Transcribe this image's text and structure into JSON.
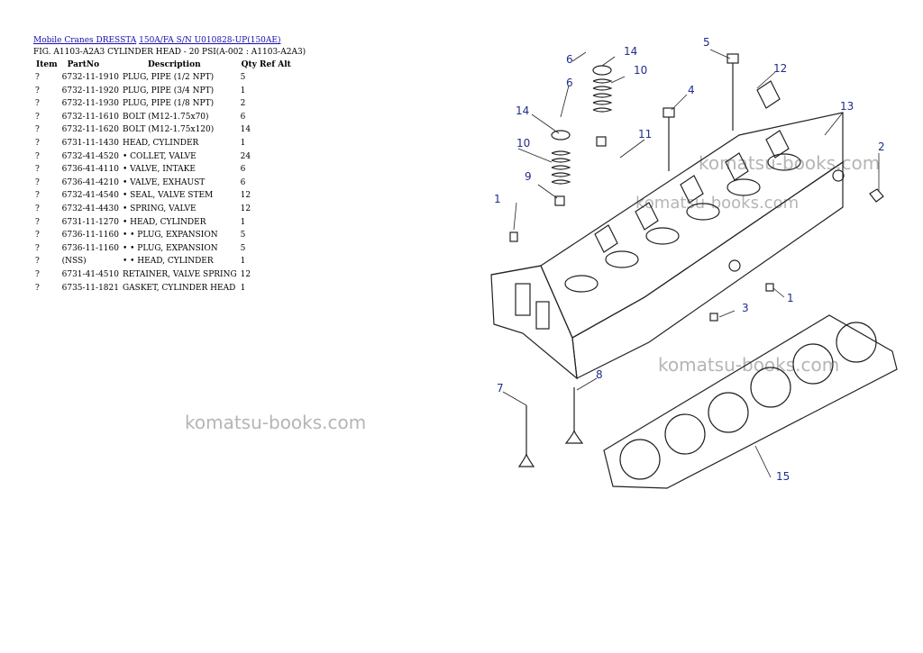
{
  "breadcrumb": {
    "link1": "Mobile Cranes DRESSTA",
    "link2": "150A/FA S/N U010828-UP(150AE)"
  },
  "figure_title": "FIG. A1103-A2A3 CYLINDER HEAD - 20 PSI(A-002 : A1103-A2A3)",
  "table": {
    "headers": {
      "item": "Item",
      "part": "PartNo",
      "desc": "Description",
      "qty": "Qty Ref Alt"
    },
    "rows": [
      {
        "item": "?",
        "part": "6732-11-1910",
        "desc": "PLUG, PIPE (1/2 NPT)",
        "qty": "5"
      },
      {
        "item": "?",
        "part": "6732-11-1920",
        "desc": "PLUG, PIPE (3/4 NPT)",
        "qty": "1"
      },
      {
        "item": "?",
        "part": "6732-11-1930",
        "desc": "PLUG, PIPE (1/8 NPT)",
        "qty": "2"
      },
      {
        "item": "?",
        "part": "6732-11-1610",
        "desc": "BOLT (M12-1.75x70)",
        "qty": "6"
      },
      {
        "item": "?",
        "part": "6732-11-1620",
        "desc": "BOLT (M12-1.75x120)",
        "qty": "14"
      },
      {
        "item": "?",
        "part": "6731-11-1430",
        "desc": "HEAD, CYLINDER",
        "qty": "1"
      },
      {
        "item": "?",
        "part": "6732-41-4520",
        "desc": "• COLLET, VALVE",
        "qty": "24"
      },
      {
        "item": "?",
        "part": "6736-41-4110",
        "desc": "• VALVE, INTAKE",
        "qty": "6"
      },
      {
        "item": "?",
        "part": "6736-41-4210",
        "desc": "• VALVE, EXHAUST",
        "qty": "6"
      },
      {
        "item": "?",
        "part": "6732-41-4540",
        "desc": "• SEAL, VALVE STEM",
        "qty": "12"
      },
      {
        "item": "?",
        "part": "6732-41-4430",
        "desc": "• SPRING, VALVE",
        "qty": "12"
      },
      {
        "item": "?",
        "part": "6731-11-1270",
        "desc": "• HEAD, CYLINDER",
        "qty": "1"
      },
      {
        "item": "?",
        "part": "6736-11-1160",
        "desc": "• • PLUG, EXPANSION",
        "qty": "5"
      },
      {
        "item": "?",
        "part": "6736-11-1160",
        "desc": "• • PLUG, EXPANSION",
        "qty": "5"
      },
      {
        "item": "?",
        "part": "(NSS)",
        "desc": "• • HEAD, CYLINDER",
        "qty": "1"
      },
      {
        "item": "?",
        "part": "6731-41-4510",
        "desc": "RETAINER, VALVE SPRING",
        "qty": "12"
      },
      {
        "item": "?",
        "part": "6735-11-1821",
        "desc": "GASKET, CYLINDER HEAD",
        "qty": "1"
      }
    ]
  },
  "watermark": "komatsu-books.com",
  "callouts": [
    "1",
    "1",
    "2",
    "3",
    "4",
    "5",
    "6",
    "6",
    "7",
    "8",
    "9",
    "10",
    "10",
    "11",
    "12",
    "13",
    "14",
    "14",
    "15"
  ]
}
